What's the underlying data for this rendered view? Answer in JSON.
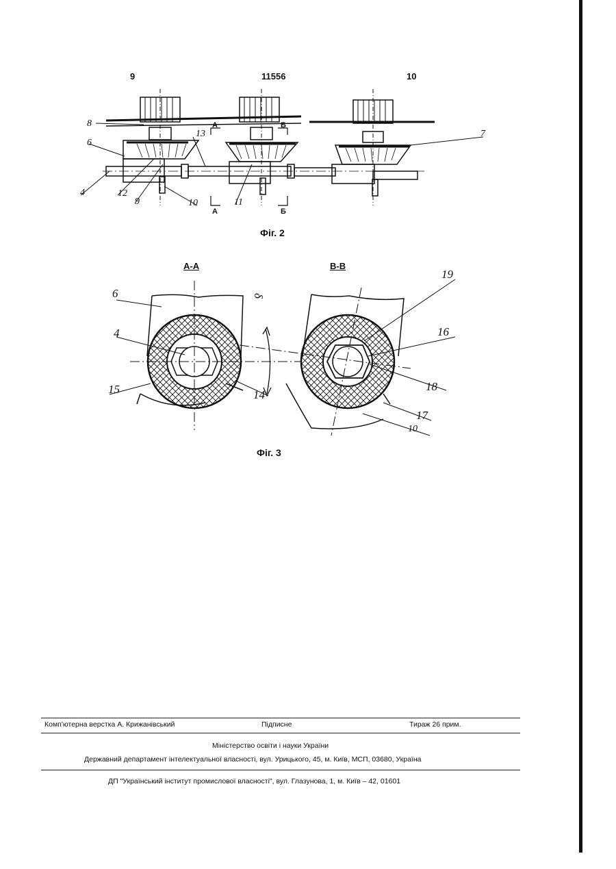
{
  "header": {
    "left_number": "9",
    "center_number": "11556",
    "right_number": "10"
  },
  "fig2": {
    "caption": "Фіг. 2",
    "callouts": {
      "c8": "8",
      "c6": "6",
      "c4": "4",
      "c12": "12",
      "c9": "9",
      "c10": "10",
      "c13": "13",
      "c11": "11",
      "c7": "7"
    },
    "section_marks": {
      "a": "А",
      "b": "Б"
    }
  },
  "fig3": {
    "caption": "Фіг. 3",
    "section_a_label": "А-А",
    "section_b_label": "В-В",
    "callouts": {
      "c6": "6",
      "c4": "4",
      "c15": "15",
      "c14": "14",
      "c19": "19",
      "c16": "16",
      "c18": "18",
      "c17": "17",
      "c10": "10",
      "gamma": "δ"
    }
  },
  "footer": {
    "composer": "Комп'ютерна верстка А. Крижанівський",
    "subscription": "Підписне",
    "circulation": "Тираж 26 прим.",
    "ministry": "Міністерство освіти і науки України",
    "department": "Державний департамент інтелектуальної власності, вул. Урицького, 45, м. Київ, МСП, 03680, Україна",
    "publisher": "ДП \"Український інститут промислової власності\", вул. Глазунова, 1, м. Київ – 42, 01601"
  }
}
